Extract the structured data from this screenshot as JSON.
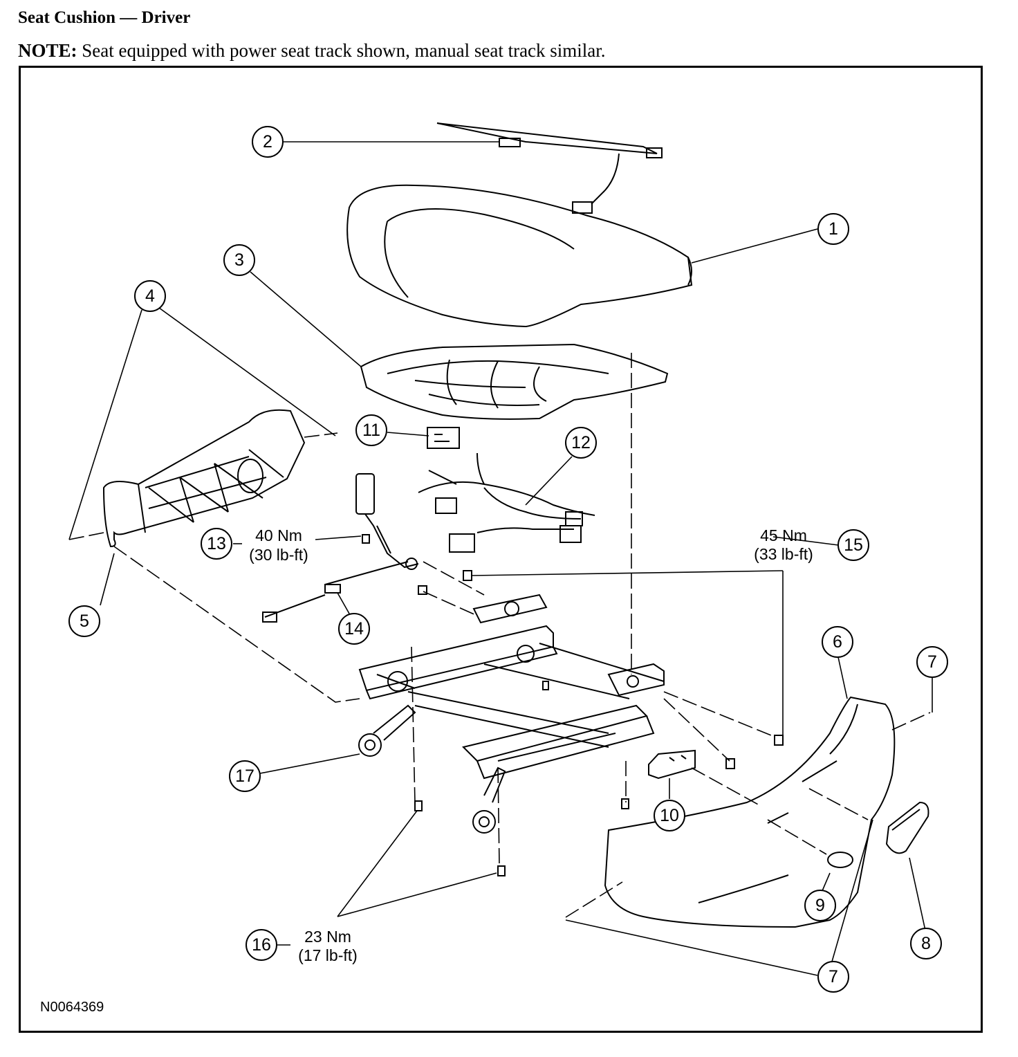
{
  "header": {
    "title": "Seat Cushion — Driver",
    "note_label": "NOTE:",
    "note_text": " Seat equipped with power seat track shown, manual seat track similar."
  },
  "figure_id": "N0064369",
  "callouts": {
    "c1": "1",
    "c2": "2",
    "c3": "3",
    "c4": "4",
    "c5": "5",
    "c6": "6",
    "c7a": "7",
    "c7b": "7",
    "c8": "8",
    "c9": "9",
    "c10": "10",
    "c11": "11",
    "c12": "12",
    "c13": "13",
    "c14": "14",
    "c15": "15",
    "c16": "16",
    "c17": "17"
  },
  "torques": {
    "t13": {
      "nm": "40 Nm",
      "lbft": "(30 lb-ft)"
    },
    "t15": {
      "nm": "45 Nm",
      "lbft": "(33 lb-ft)"
    },
    "t16": {
      "nm": "23 Nm",
      "lbft": "(17 lb-ft)"
    }
  }
}
